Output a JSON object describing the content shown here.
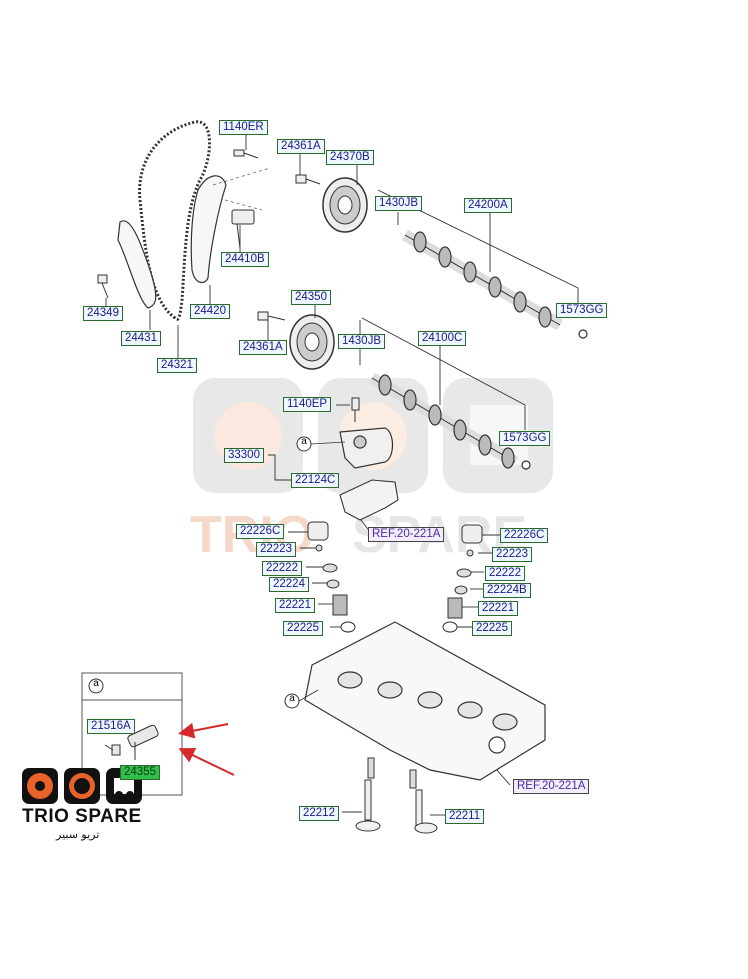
{
  "parts": {
    "p1140ER": "1140ER",
    "p24361A_top": "24361A",
    "p24370B": "24370B",
    "p1430JB_top": "1430JB",
    "p24200A": "24200A",
    "p24410B": "24410B",
    "p24349": "24349",
    "p24420": "24420",
    "p24431": "24431",
    "p24321": "24321",
    "p1573GG_top": "1573GG",
    "p24350": "24350",
    "p24361A_bot": "24361A",
    "p1430JB_bot": "1430JB",
    "p24100C": "24100C",
    "p1140EP": "1140EP",
    "p1573GG_bot": "1573GG",
    "p33300": "33300",
    "p22124C": "22124C",
    "p22226C_l": "22226C",
    "ref_mid": "REF.20-221A",
    "p22226C_r": "22226C",
    "p22223_l": "22223",
    "p22223_r": "22223",
    "p22222_l": "22222",
    "p22222_r": "22222",
    "p22224": "22224",
    "p22224B": "22224B",
    "p22221_l": "22221",
    "p22221_r": "22221",
    "p22225_l": "22225",
    "p22225_r": "22225",
    "p21516A": "21516A",
    "p24355": "24355",
    "ref_bot": "REF.20-221A",
    "p22212": "22212",
    "p22211": "22211"
  },
  "detail_marker": "a",
  "callout_marker": "a",
  "inset_marker": "a",
  "watermark": {
    "brand": "TRIO SPARE",
    "arabic": "تريو سبير"
  },
  "colors": {
    "label_border": "#2a6a2a",
    "label_text": "#1a1a8a",
    "highlight": "#2fbf4a",
    "arrow": "#d62a2a",
    "brand_orange": "#e8632a"
  }
}
